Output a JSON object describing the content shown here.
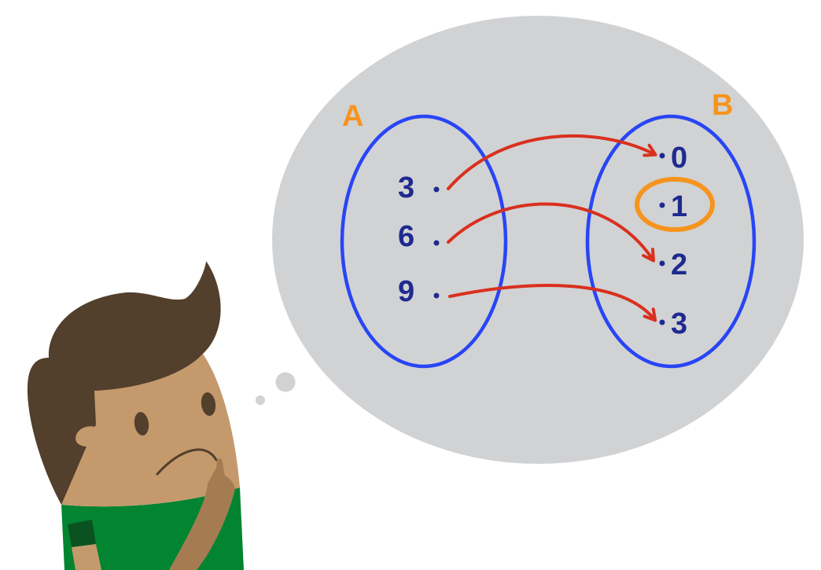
{
  "diagram": {
    "set_a": {
      "label": "A",
      "elements": [
        "3",
        "6",
        "9"
      ]
    },
    "set_b": {
      "label": "B",
      "elements": [
        "0",
        "1",
        "2",
        "3"
      ]
    },
    "mappings": [
      {
        "from": "3",
        "to": "0"
      },
      {
        "from": "6",
        "to": "2"
      },
      {
        "from": "9",
        "to": "3"
      }
    ],
    "highlighted_element": "1"
  },
  "colors": {
    "bubble": "#d1d2d4",
    "set_outline": "#2845f5",
    "set_label": "#f7941d",
    "element_text": "#1f2a8f",
    "arrow": "#d9301e",
    "highlight": "#f7941d",
    "hair": "#523f2c",
    "skin": "#c49a6c",
    "shirt": "#038430"
  }
}
